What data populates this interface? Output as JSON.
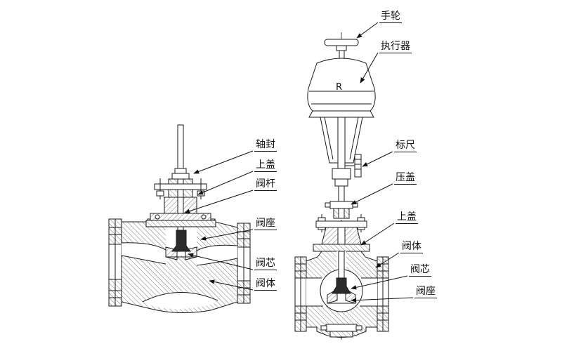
{
  "figure": {
    "left_valve_labels": [
      {
        "id": "shaft-seal",
        "text": "轴封"
      },
      {
        "id": "bonnet",
        "text": "上盖"
      },
      {
        "id": "valve-stem",
        "text": "阀杆"
      },
      {
        "id": "valve-seat",
        "text": "阀座"
      },
      {
        "id": "valve-plug",
        "text": "阀芯"
      },
      {
        "id": "valve-body",
        "text": "阀体"
      }
    ],
    "right_valve_labels": [
      {
        "id": "handwheel",
        "text": "手轮"
      },
      {
        "id": "actuator",
        "text": "执行器"
      },
      {
        "id": "scale",
        "text": "标尺"
      },
      {
        "id": "gland",
        "text": "压盖"
      },
      {
        "id": "bonnet",
        "text": "上盖"
      },
      {
        "id": "valve-body",
        "text": "阀体"
      },
      {
        "id": "valve-plug",
        "text": "阀芯"
      },
      {
        "id": "valve-seat",
        "text": "阀座"
      }
    ],
    "actuator_marking": "R",
    "colors": {
      "line": "#1a1a1a",
      "background": "#ffffff",
      "plug_fill": "#2b2b2b"
    }
  }
}
